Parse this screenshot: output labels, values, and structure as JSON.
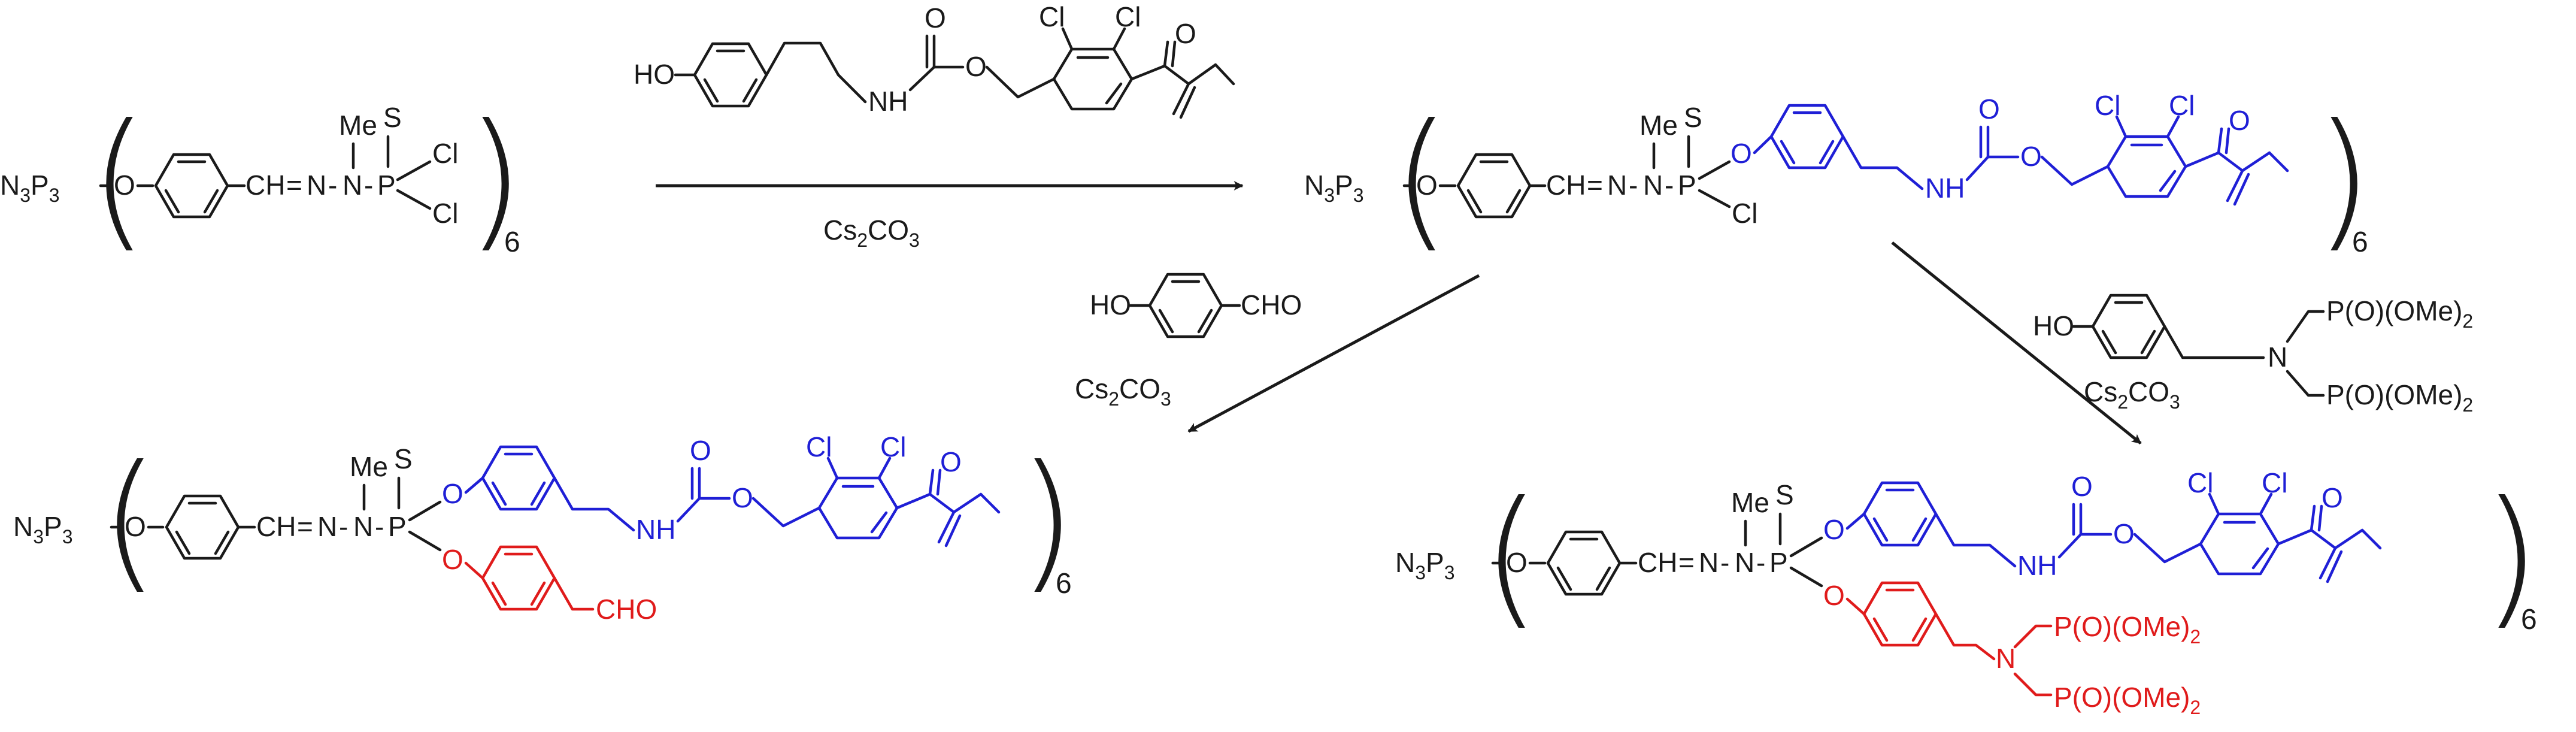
{
  "colors": {
    "core": "#1a1a1a",
    "linker": "#1f1fd6",
    "substituent": "#e01b1b",
    "arrow": "#1a1a1a"
  },
  "labels": {
    "core": "N",
    "core_sub1": "3",
    "core_p": "P",
    "core_sub2": "3",
    "o": "O",
    "ch_eq_n": "CH",
    "eq": "=",
    "n": "N",
    "dash": "-",
    "me": "Me",
    "p": "P",
    "s": "S",
    "cl": "Cl",
    "nh": "NH",
    "ho": "HO",
    "multiplier": "6",
    "cho": "CHO",
    "p_oome": "P(O)(OMe)",
    "sub2": "2"
  },
  "reagents": {
    "step1_base": "Cs",
    "step1_base_sub": "2",
    "step1_base_rest": "CO",
    "step1_base_sub2": "3",
    "step2_base": "Cs",
    "step2_base_sub": "2",
    "step2_base_rest": "CO",
    "step2_base_sub2": "3",
    "step3_base": "Cs",
    "step3_base_sub": "2",
    "step3_base_rest": "CO",
    "step3_base_sub2": "3"
  }
}
